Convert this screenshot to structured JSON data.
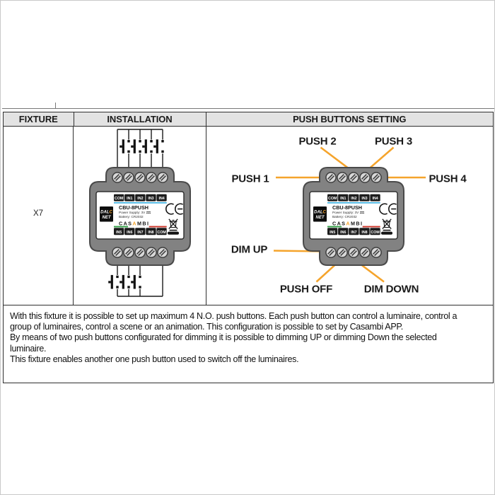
{
  "header": {
    "columns": [
      "FIXTURE",
      "INSTALLATION",
      "PUSH BUTTONS SETTING"
    ]
  },
  "fixture": {
    "quantity": "X7"
  },
  "device": {
    "model": "CBU-8PUSH",
    "power_supply": "Power Supply: 3V",
    "battery": "Battery: CR2032",
    "brand_pre": "CAS",
    "brand_accent": "A",
    "brand_post": "MBI",
    "logo_line1_pre": "DAL",
    "logo_line1_accent": "C",
    "logo_line2": "NET",
    "ce_mark": "CE",
    "terminals_top": [
      "COM",
      "IN1",
      "IN2",
      "IN3",
      "IN4"
    ],
    "terminals_bottom": [
      "IN5",
      "IN6",
      "IN7",
      "IN8",
      "COM"
    ]
  },
  "push_settings": {
    "push1": "PUSH 1",
    "push2": "PUSH 2",
    "push3": "PUSH 3",
    "push4": "PUSH 4",
    "dim_up": "DIM UP",
    "push_off": "PUSH OFF",
    "dim_down": "DIM DOWN"
  },
  "description": "With this fixture it is possible to set up maximum 4 N.O. push buttons. Each push button can control a luminaire, control a\ngroup of luminaires, control a scene or an animation. This configuration is possible to set by Casambi APP.\nBy means of two push buttons configurated for dimming it is possible to dimming UP or dimming Down the selected\nluminaire.\nThis fixture enables another one push button used to switch off the luminaires.",
  "colors": {
    "accent_orange": "#F5A42C",
    "terminal_blue": "#33ADE0",
    "terminal_green": "#2F9E43",
    "terminal_red": "#CC3327"
  }
}
